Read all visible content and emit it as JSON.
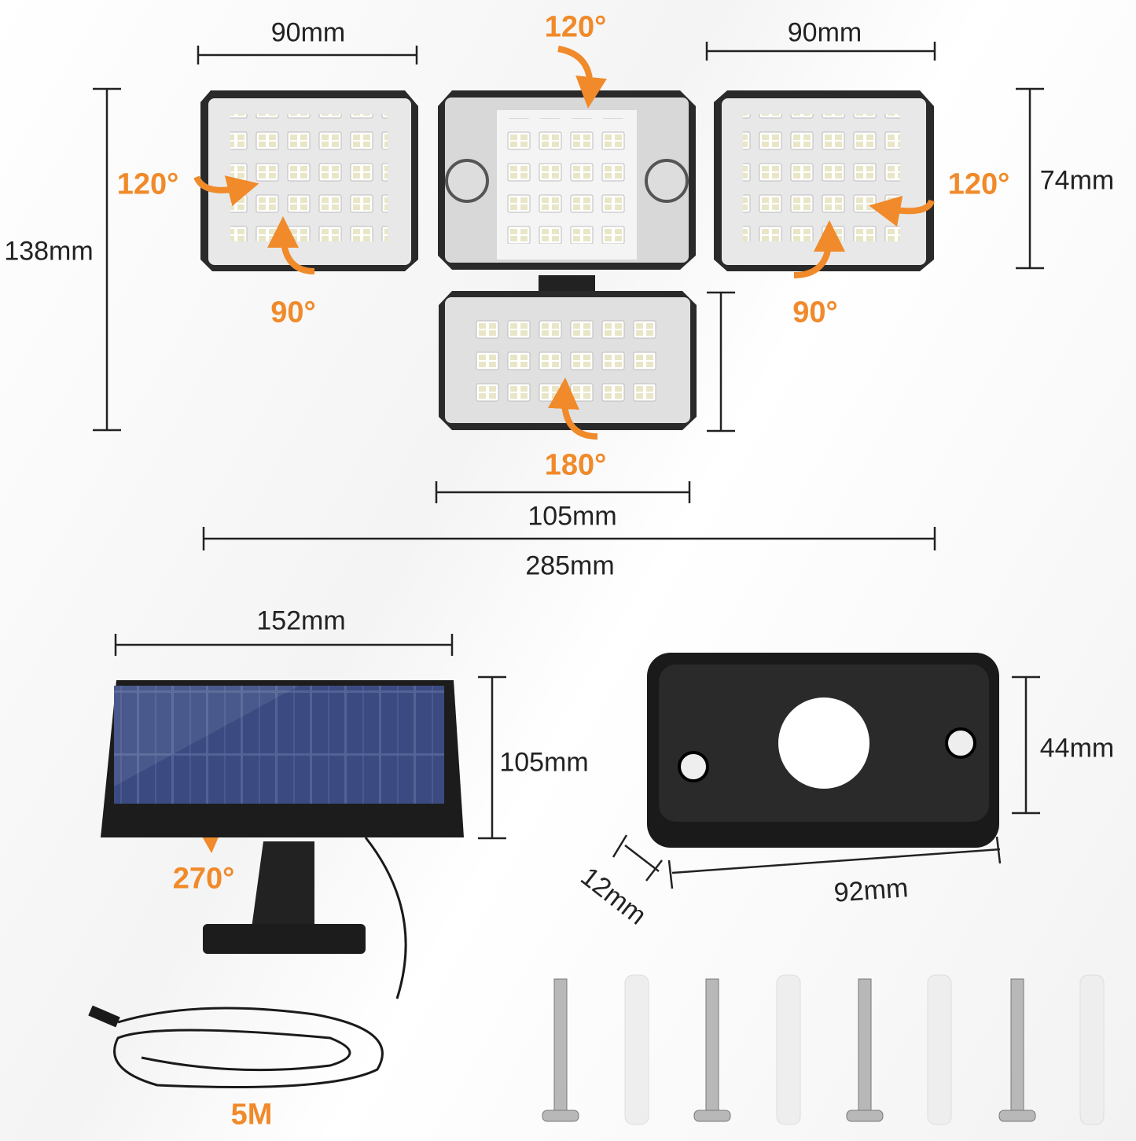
{
  "lamp": {
    "left_width": "90mm",
    "top_angle": "120°",
    "right_width": "90mm",
    "left_angle_side": "120°",
    "right_angle_side": "120°",
    "side_height": "74mm",
    "total_height": "138mm",
    "left_angle_bottom": "90°",
    "right_angle_bottom": "90°",
    "bottom_angle": "180°",
    "bottom_width": "105mm",
    "total_width": "285mm"
  },
  "solar_panel": {
    "width": "152mm",
    "height": "105mm",
    "tilt_angle": "270°",
    "cable_length": "5M"
  },
  "mount": {
    "height": "44mm",
    "depth": "12mm",
    "width": "92mm"
  },
  "colors": {
    "accent": "#f08a2a",
    "text": "#222222",
    "panel": "#3a4a7a"
  }
}
